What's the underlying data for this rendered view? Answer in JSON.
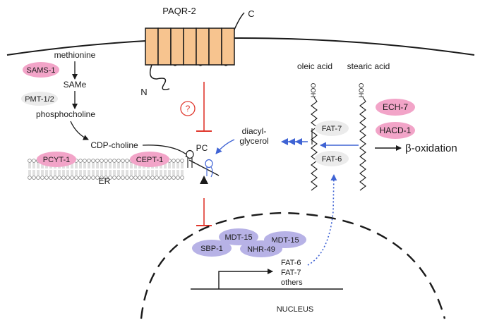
{
  "labels": {
    "paqr2": "PAQR-2",
    "c_term": "C",
    "n_term": "N",
    "methionine": "methionine",
    "sams1": "SAMS-1",
    "same": "SAMe",
    "pmt": "PMT-1/2",
    "phosphocholine": "phosphocholine",
    "cdp_choline": "CDP-choline",
    "pcyt1": "PCYT-1",
    "cept1": "CEPT-1",
    "er": "ER",
    "pc": "PC",
    "question": "?",
    "diacyl_line1": "diacyl-",
    "diacyl_line2": "glycerol",
    "oleic_acid": "oleic acid",
    "stearic_acid": "stearic acid",
    "hoo_oleic": "HOO",
    "hoo_stearic": "HOO",
    "fat7": "FAT-7",
    "fat6": "FAT-6",
    "ech7": "ECH-7",
    "hacd1": "HACD-1",
    "beta_oxidation": "β-oxidation",
    "mdt15_a": "MDT-15",
    "sbp1": "SBP-1",
    "mdt15_b": "MDT-15",
    "nhr49": "NHR-49",
    "target_fat6": "FAT-6",
    "target_fat7": "FAT-7",
    "target_others": "others",
    "nucleus": "NUCLEUS"
  },
  "colors": {
    "enzyme_pink": "#f2a4c8",
    "enzyme_grey": "#ebebeb",
    "paqr_orange": "#f7c48f",
    "tf_purple": "#b7b2e6",
    "inhibit_red": "#e0382e",
    "blue_arrow": "#3f63d4",
    "line": "#1a1a1a"
  },
  "icons": [
    "inhibition-bar",
    "question-circle",
    "lipid-membrane",
    "seesaw",
    "transcription-arrow"
  ]
}
